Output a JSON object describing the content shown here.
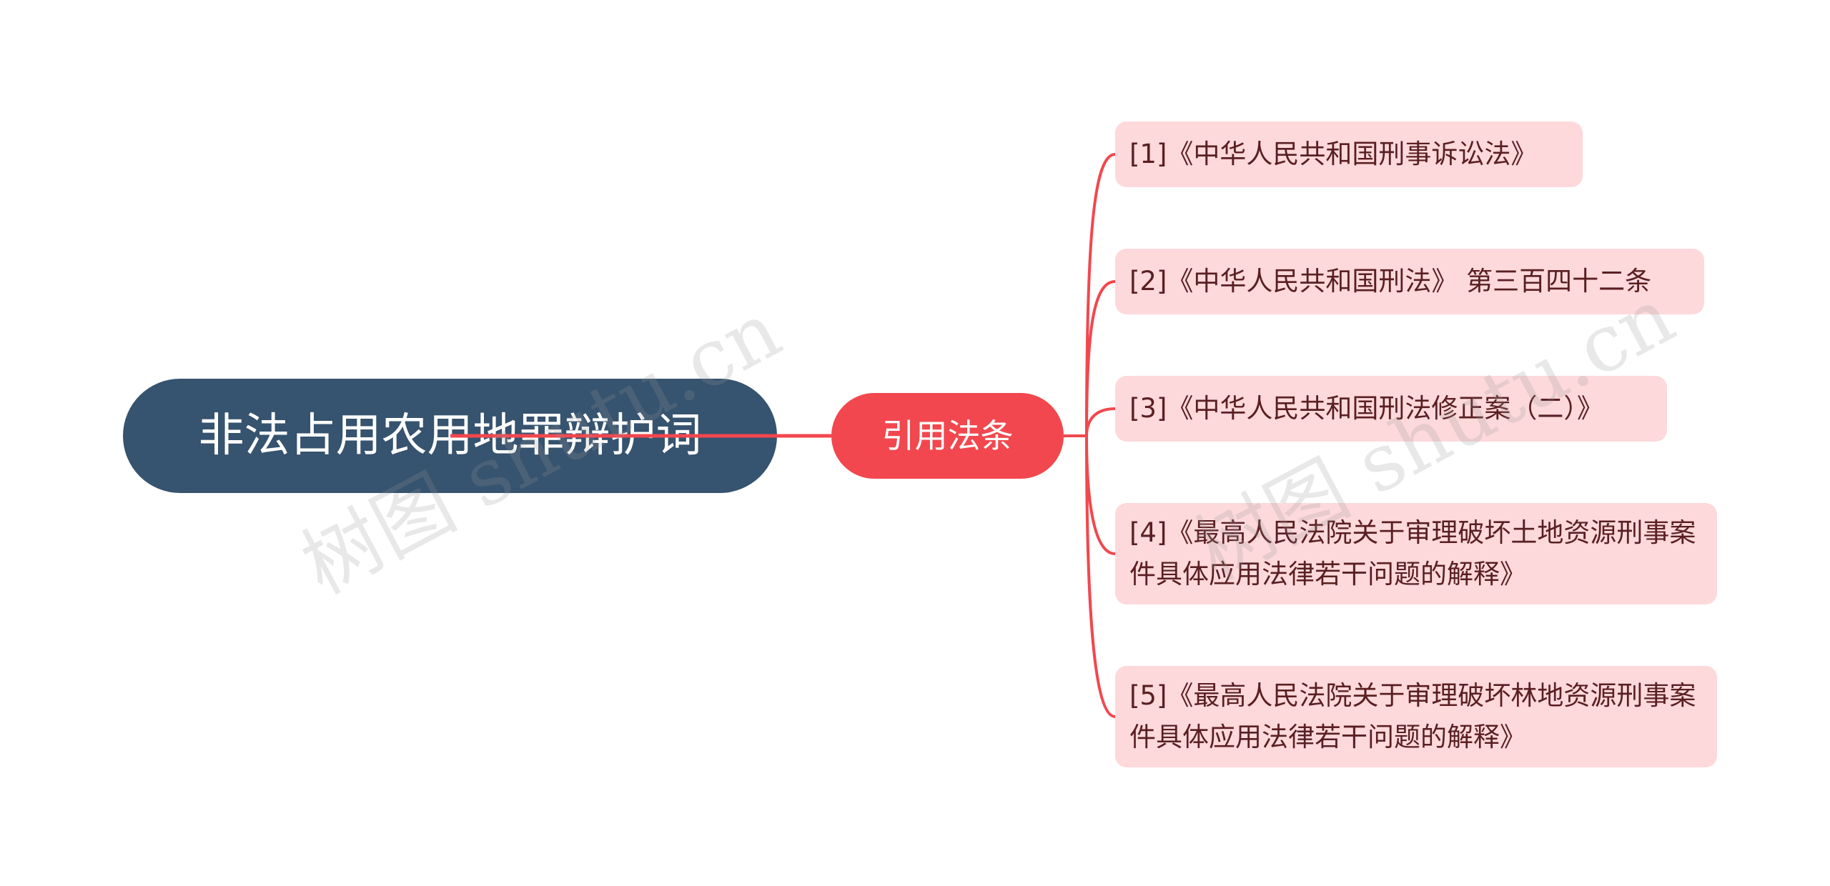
{
  "mindmap": {
    "root": {
      "label": "非法占用农用地罪辩护词"
    },
    "branch": {
      "label": "引用法条"
    },
    "leaves": [
      {
        "label": "[1]《中华人民共和国刑事诉讼法》"
      },
      {
        "label": "[2]《中华人民共和国刑法》 第三百四十二条"
      },
      {
        "label": "[3]《中华人民共和国刑法修正案（二）》"
      },
      {
        "label": "[4]《最高人民法院关于审理破坏土地资源刑事案件具体应用法律若干问题的解释》"
      },
      {
        "label": "[5]《最高人民法院关于审理破坏林地资源刑事案件具体应用法律若干问题的解释》"
      }
    ]
  },
  "watermark": {
    "text": "树图 shutu.cn"
  },
  "colors": {
    "root_fill": "#36536f",
    "branch_fill": "#f2474e",
    "leaf_fill": "#fdd9db",
    "connector": "#f2474e",
    "leaf_text": "#5a1f22"
  }
}
